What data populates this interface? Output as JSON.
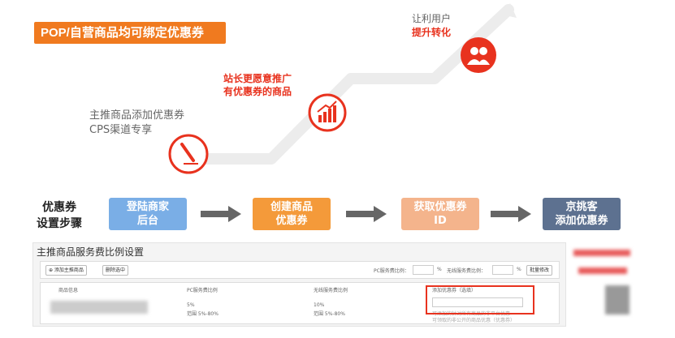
{
  "banner": {
    "text": "POP/自营商品均可绑定优惠券"
  },
  "stair": {
    "top_note": {
      "line1": "让利用户",
      "line2": "提升转化"
    },
    "mid_note": {
      "line1": "站长更愿意推广",
      "line2": "有优惠券的商品"
    },
    "low_note": {
      "line1": "主推商品添加优惠券",
      "line2": "CPS渠道专享"
    },
    "icons": [
      "pen-icon",
      "chart-up-icon",
      "users-icon"
    ],
    "accent_color": "#e8321e"
  },
  "steps": {
    "title_line1": "优惠券",
    "title_line2": "设置步骤",
    "items": [
      {
        "line1": "登陆商家",
        "line2": "后台",
        "color": "#7aaee6"
      },
      {
        "line1": "创建商品",
        "line2": "优惠券",
        "color": "#f49a3a"
      },
      {
        "line1": "获取优惠券",
        "line2": "ID",
        "color": "#f4b48c"
      },
      {
        "line1": "京挑客",
        "line2": "添加优惠券",
        "color": "#5d7190"
      }
    ]
  },
  "screenshot": {
    "title": "主推商品服务费比例设置",
    "add_button": "⊕ 添加主推商品",
    "delete_button": "删除选中",
    "pc_label": "PC服务费比例：",
    "wireless_label": "无线服务费比例：",
    "percent": "%",
    "batch_button": "批量修改",
    "columns": [
      "商品信息",
      "PC服务费比例",
      "无线服务费比例",
      "添加优惠券（选填）"
    ],
    "row": {
      "pc_rate": "5%",
      "pc_range": "范围 5%-80%",
      "wireless_rate": "10%",
      "wireless_range": "范围 5%-80%",
      "hint_line1": "可添加的针对所有商品的非平台优惠",
      "hint_line2": "可领取的非公开的商品优惠（优惠券）"
    }
  }
}
